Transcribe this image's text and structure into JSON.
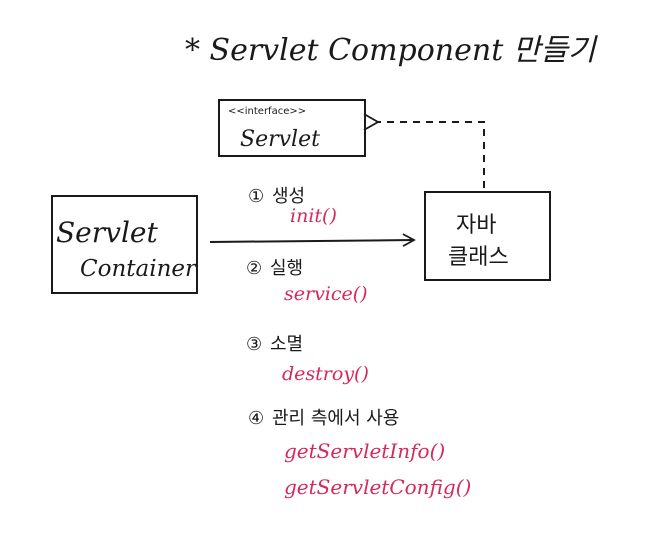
{
  "title": "* Servlet Component 만들기",
  "interface_box": {
    "stereotype": "<<interface>>",
    "name": "Servlet"
  },
  "container_box": {
    "line1": "Servlet",
    "line2": "Container"
  },
  "java_class_box": {
    "line1": "자바",
    "line2": "클래스"
  },
  "steps": [
    {
      "number": "①",
      "label": "생성",
      "methods": [
        "init()"
      ]
    },
    {
      "number": "②",
      "label": "실행",
      "methods": [
        "service()"
      ]
    },
    {
      "number": "③",
      "label": "소멸",
      "methods": [
        "destroy()"
      ]
    },
    {
      "number": "④",
      "label": "관리 측에서 사용",
      "methods": [
        "getServletInfo()",
        "getServletConfig()"
      ]
    }
  ],
  "colors": {
    "ink": "#1a1a1a",
    "method": "#d6285e"
  }
}
